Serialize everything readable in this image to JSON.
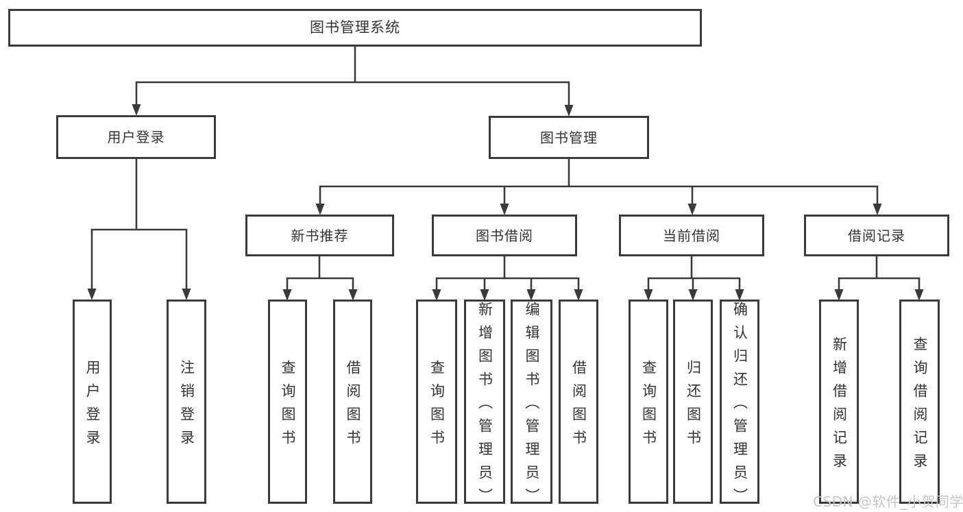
{
  "diagram": {
    "root": {
      "label": "图书管理系统"
    },
    "branches": [
      {
        "label": "用户登录",
        "children": [
          {
            "label": "用户登录"
          },
          {
            "label": "注销登录"
          }
        ]
      },
      {
        "label": "图书管理",
        "children": [
          {
            "label": "新书推荐",
            "children": [
              {
                "label": "查询图书"
              },
              {
                "label": "借阅图书"
              }
            ]
          },
          {
            "label": "图书借阅",
            "children": [
              {
                "label": "查询图书"
              },
              {
                "label": "新增图书（管理员）"
              },
              {
                "label": "编辑图书（管理员）"
              },
              {
                "label": "借阅图书"
              }
            ]
          },
          {
            "label": "当前借阅",
            "children": [
              {
                "label": "查询图书"
              },
              {
                "label": "归还图书"
              },
              {
                "label": "确认归还（管理员）"
              }
            ]
          },
          {
            "label": "借阅记录",
            "children": [
              {
                "label": "新增借阅记录"
              },
              {
                "label": "查询借阅记录"
              }
            ]
          }
        ]
      }
    ]
  },
  "watermark": {
    "text": "CSDN @软件_小贺同学"
  },
  "colors": {
    "line": "#3a3a3a",
    "text": "#333333",
    "background": "#ffffff",
    "watermark": "#c6c6c6"
  }
}
